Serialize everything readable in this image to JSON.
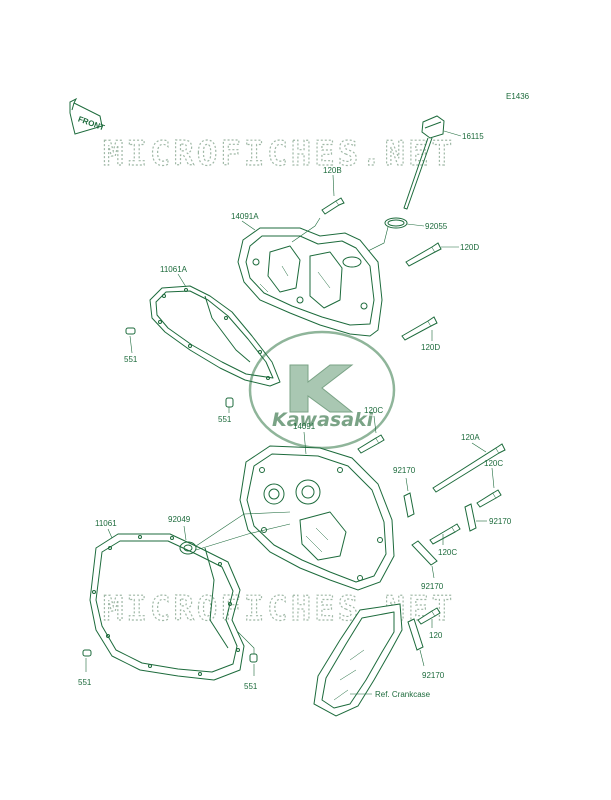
{
  "diagram_id": "E1436",
  "front_label": "FRONT",
  "watermark_top": "MICROFICHES.NET",
  "watermark_bottom": "MICROFICHES.NET",
  "logo_text": "Kawasaki",
  "parts": {
    "p16115": "16115",
    "p120B": "120B",
    "p92055": "92055",
    "p14091A": "14091A",
    "p120D_a": "120D",
    "p11061A": "11061A",
    "p551_a": "551",
    "p120D_b": "120D",
    "p551_b": "551",
    "p120C_a": "120C",
    "p14091": "14091",
    "p120A": "120A",
    "p120C_b": "120C",
    "p92170_a": "92170",
    "p92170_b": "92170",
    "p92049": "92049",
    "p11061": "11061",
    "p120C_c": "120C",
    "p92170_c": "92170",
    "p120": "120",
    "p92170_d": "92170",
    "p551_c": "551",
    "p551_d": "551",
    "ref_crankcase": "Ref. Crankcase"
  },
  "colors": {
    "line": "#1d6b3c",
    "watermark": "#9fb8a6"
  }
}
